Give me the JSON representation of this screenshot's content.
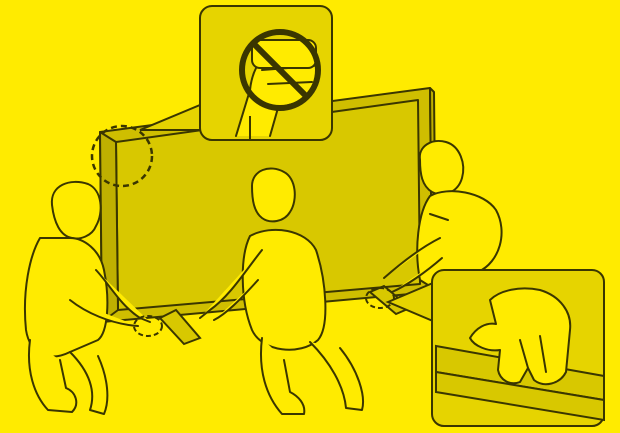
{
  "illustration": {
    "subject": "tv-installation-instructions",
    "colors": {
      "background": "#ffeb00",
      "line": "#3a3600",
      "screen_fill": "#d8c800",
      "inset_fill": "#e6d400",
      "callout_dash": "#3a3600"
    },
    "scene": {
      "people": [
        "left-person",
        "center-person",
        "right-person"
      ],
      "callouts": [
        {
          "name": "prohibited-grip-callout",
          "icon": "prohibition-icon"
        },
        {
          "name": "correct-grip-callout",
          "icon": "hand-icon"
        }
      ]
    }
  }
}
